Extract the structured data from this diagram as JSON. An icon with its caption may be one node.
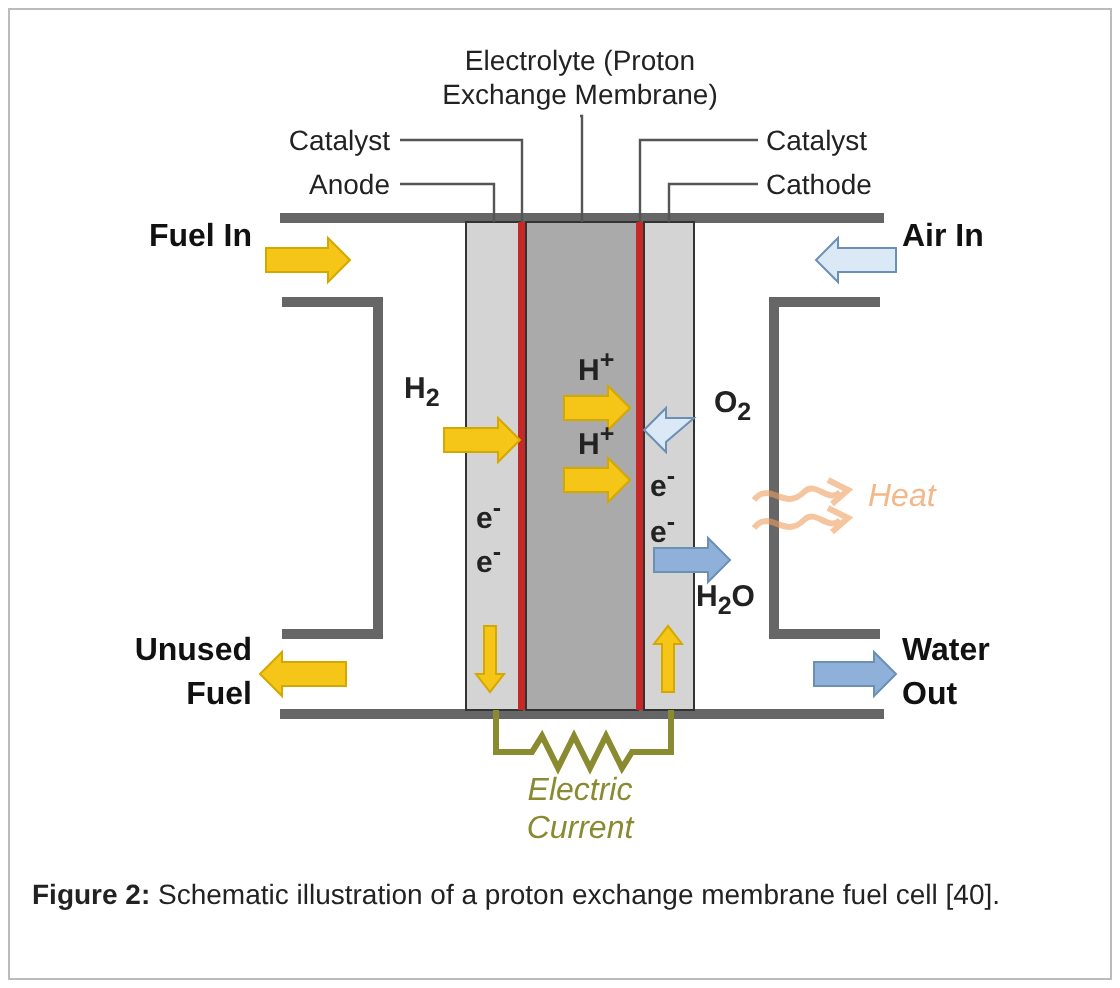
{
  "diagram": {
    "caption": "**Figure 2:** Schematic illustration of a proton exchange membrane fuel cell [40].",
    "nodes": [
      {
        "text": [
          "Electrolyte (Proton Exchange Membrane)"
        ]
      },
      {
        "text": [
          "Catalyst"
        ]
      },
      {
        "text": [
          "Anode"
        ]
      },
      {
        "text": [
          "Catalyst"
        ]
      },
      {
        "text": [
          "Cathode"
        ]
      },
      {
        "text": [],
        "shape": "box"
      },
      {
        "text": [],
        "shape": "bar"
      },
      {
        "text": [],
        "shape": "box"
      },
      {
        "text": [],
        "shape": "bar"
      },
      {
        "text": [],
        "shape": "box"
      }
    ],
    "edges": [
      {
        "from": 0,
        "to": 7,
        "arrow": "none"
      },
      {
        "from": 1,
        "to": 6,
        "arrow": "none"
      },
      {
        "from": 2,
        "to": 5,
        "arrow": "none"
      },
      {
        "from": 3,
        "to": 8,
        "arrow": "none"
      },
      {
        "from": 4,
        "to": 9,
        "arrow": "none"
      },
      {
        "from": 5,
        "to": 9,
        "arrow": "none",
        "color": "#8a8a30",
        "style": "thick"
      },
      {
        "from": 9,
        "to": 8,
        "arrow": "to"
      }
    ],
    "labels": [
      "Fuel In",
      "Air In",
      "H$_{2}$",
      "H$^{+}$",
      "O$_{2}$",
      "H$^{+}$",
      "e$^{-}$",
      "Heat",
      "e$^{-}$",
      "e$^{-}$",
      "e$^{-}$",
      "H$_{2}$O",
      "Unused Fuel",
      "Water Out",
      "Electric Current"
    ]
  }
}
